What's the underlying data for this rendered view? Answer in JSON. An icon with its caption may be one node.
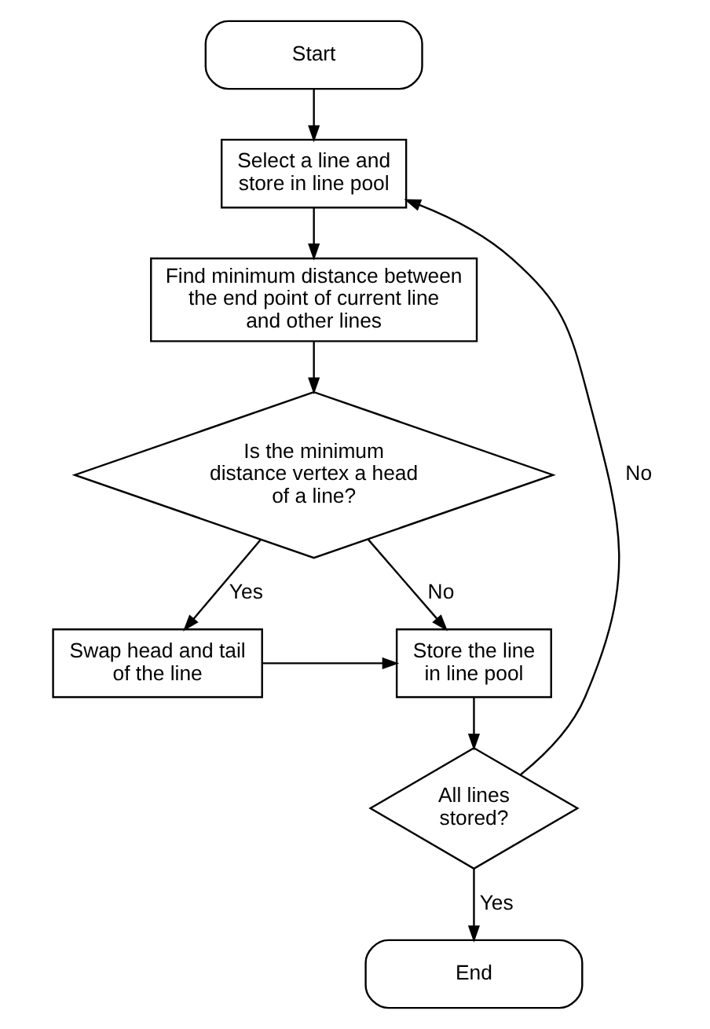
{
  "diagram": {
    "nodes": [
      {
        "text": [
          "Start"
        ]
      },
      {
        "text": [
          "Select a line and store in line pool"
        ]
      },
      {
        "text": [
          "Find minimum distance between the end point of current line and other lines"
        ]
      },
      {
        "text": [
          "Is the minimum distance vertex a head of a line?"
        ]
      },
      {
        "text": [
          "Swap head and tail of the line"
        ]
      },
      {
        "text": [
          "Store the line in line pool"
        ]
      },
      {
        "text": [
          "All lines stored?"
        ]
      },
      {
        "text": [
          "End"
        ]
      }
    ],
    "edges": [
      {
        "from": 0,
        "to": 1,
        "arrow": "to"
      },
      {
        "from": 1,
        "to": 2,
        "arrow": "to"
      },
      {
        "from": 2,
        "to": 3,
        "arrow": "to"
      },
      {
        "from": 3,
        "to": 4,
        "arrow": "to",
        "label": "Yes"
      },
      {
        "from": 3,
        "to": 5,
        "arrow": "to",
        "label": "No"
      },
      {
        "from": 4,
        "to": 5,
        "arrow": "to"
      },
      {
        "from": 5,
        "to": 6,
        "arrow": "to"
      },
      {
        "from": 6,
        "to": 7,
        "arrow": "to",
        "label": "Yes"
      },
      {
        "from": 6,
        "to": 1,
        "arrow": "to",
        "label": "No"
      }
    ]
  }
}
